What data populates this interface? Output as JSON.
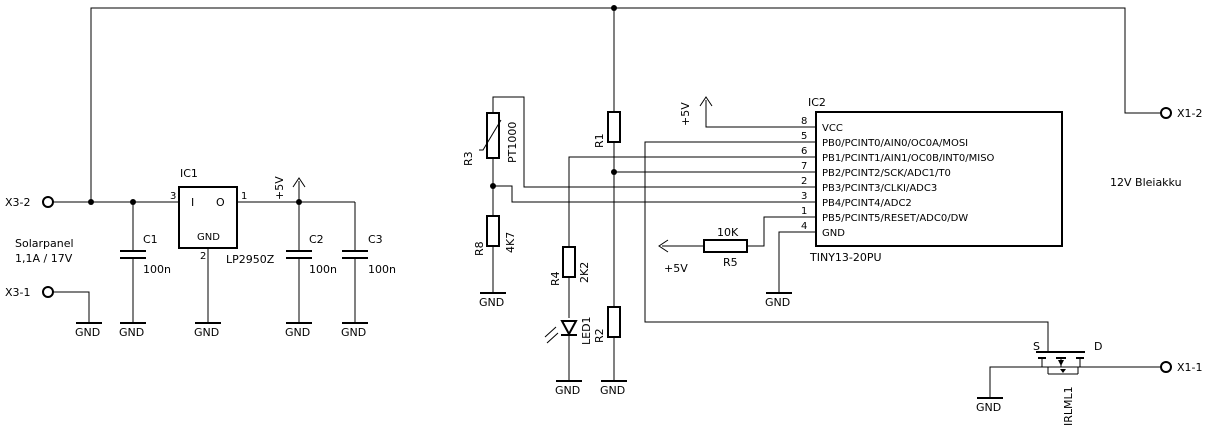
{
  "connectors": {
    "x3_2": "X3-2",
    "x3_1": "X3-1",
    "x1_2": "X1-2",
    "x1_1": "X1-1"
  },
  "notes": {
    "solar_line1": "Solarpanel",
    "solar_line2": "1,1A / 17V",
    "battery": "12V Bleiakku"
  },
  "ic1": {
    "ref": "IC1",
    "part": "LP2950Z",
    "pin_i": "I",
    "pin_o": "O",
    "pin_gnd": "GND",
    "pin_num_in": "3",
    "pin_num_out": "1",
    "pin_num_gnd": "2"
  },
  "capacitors": [
    {
      "ref": "C1",
      "value": "100n"
    },
    {
      "ref": "C2",
      "value": "100n"
    },
    {
      "ref": "C3",
      "value": "100n"
    }
  ],
  "resistors": {
    "r1": {
      "ref": "R1"
    },
    "r2": {
      "ref": "R2"
    },
    "r3": {
      "ref": "R3",
      "value": "PT1000"
    },
    "r4": {
      "ref": "R4",
      "value": "2K2"
    },
    "r5": {
      "ref": "R5",
      "value": "10K"
    },
    "r8": {
      "ref": "R8",
      "value": "4K7"
    }
  },
  "led": {
    "ref": "LED1"
  },
  "mosfet": {
    "ref": "IRLML1",
    "source": "S",
    "drain": "D"
  },
  "supply": {
    "p5v_ic1": "+5V",
    "p5v_ic2": "+5V",
    "p5v_r5": "+5V"
  },
  "gnd": {
    "label": "GND"
  },
  "ic2": {
    "ref": "IC2",
    "part": "TINY13-20PU",
    "pins": [
      {
        "num": "8",
        "name": "VCC"
      },
      {
        "num": "5",
        "name": "PB0/PCINT0/AIN0/OC0A/MOSI"
      },
      {
        "num": "6",
        "name": "PB1/PCINT1/AIN1/OC0B/INT0/MISO"
      },
      {
        "num": "7",
        "name": "PB2/PCINT2/SCK/ADC1/T0"
      },
      {
        "num": "2",
        "name": "PB3/PCINT3/CLKI/ADC3"
      },
      {
        "num": "3",
        "name": "PB4/PCINT4/ADC2"
      },
      {
        "num": "1",
        "name": "PB5/PCINT5/RESET/ADC0/DW"
      },
      {
        "num": "4",
        "name": "GND"
      }
    ]
  }
}
